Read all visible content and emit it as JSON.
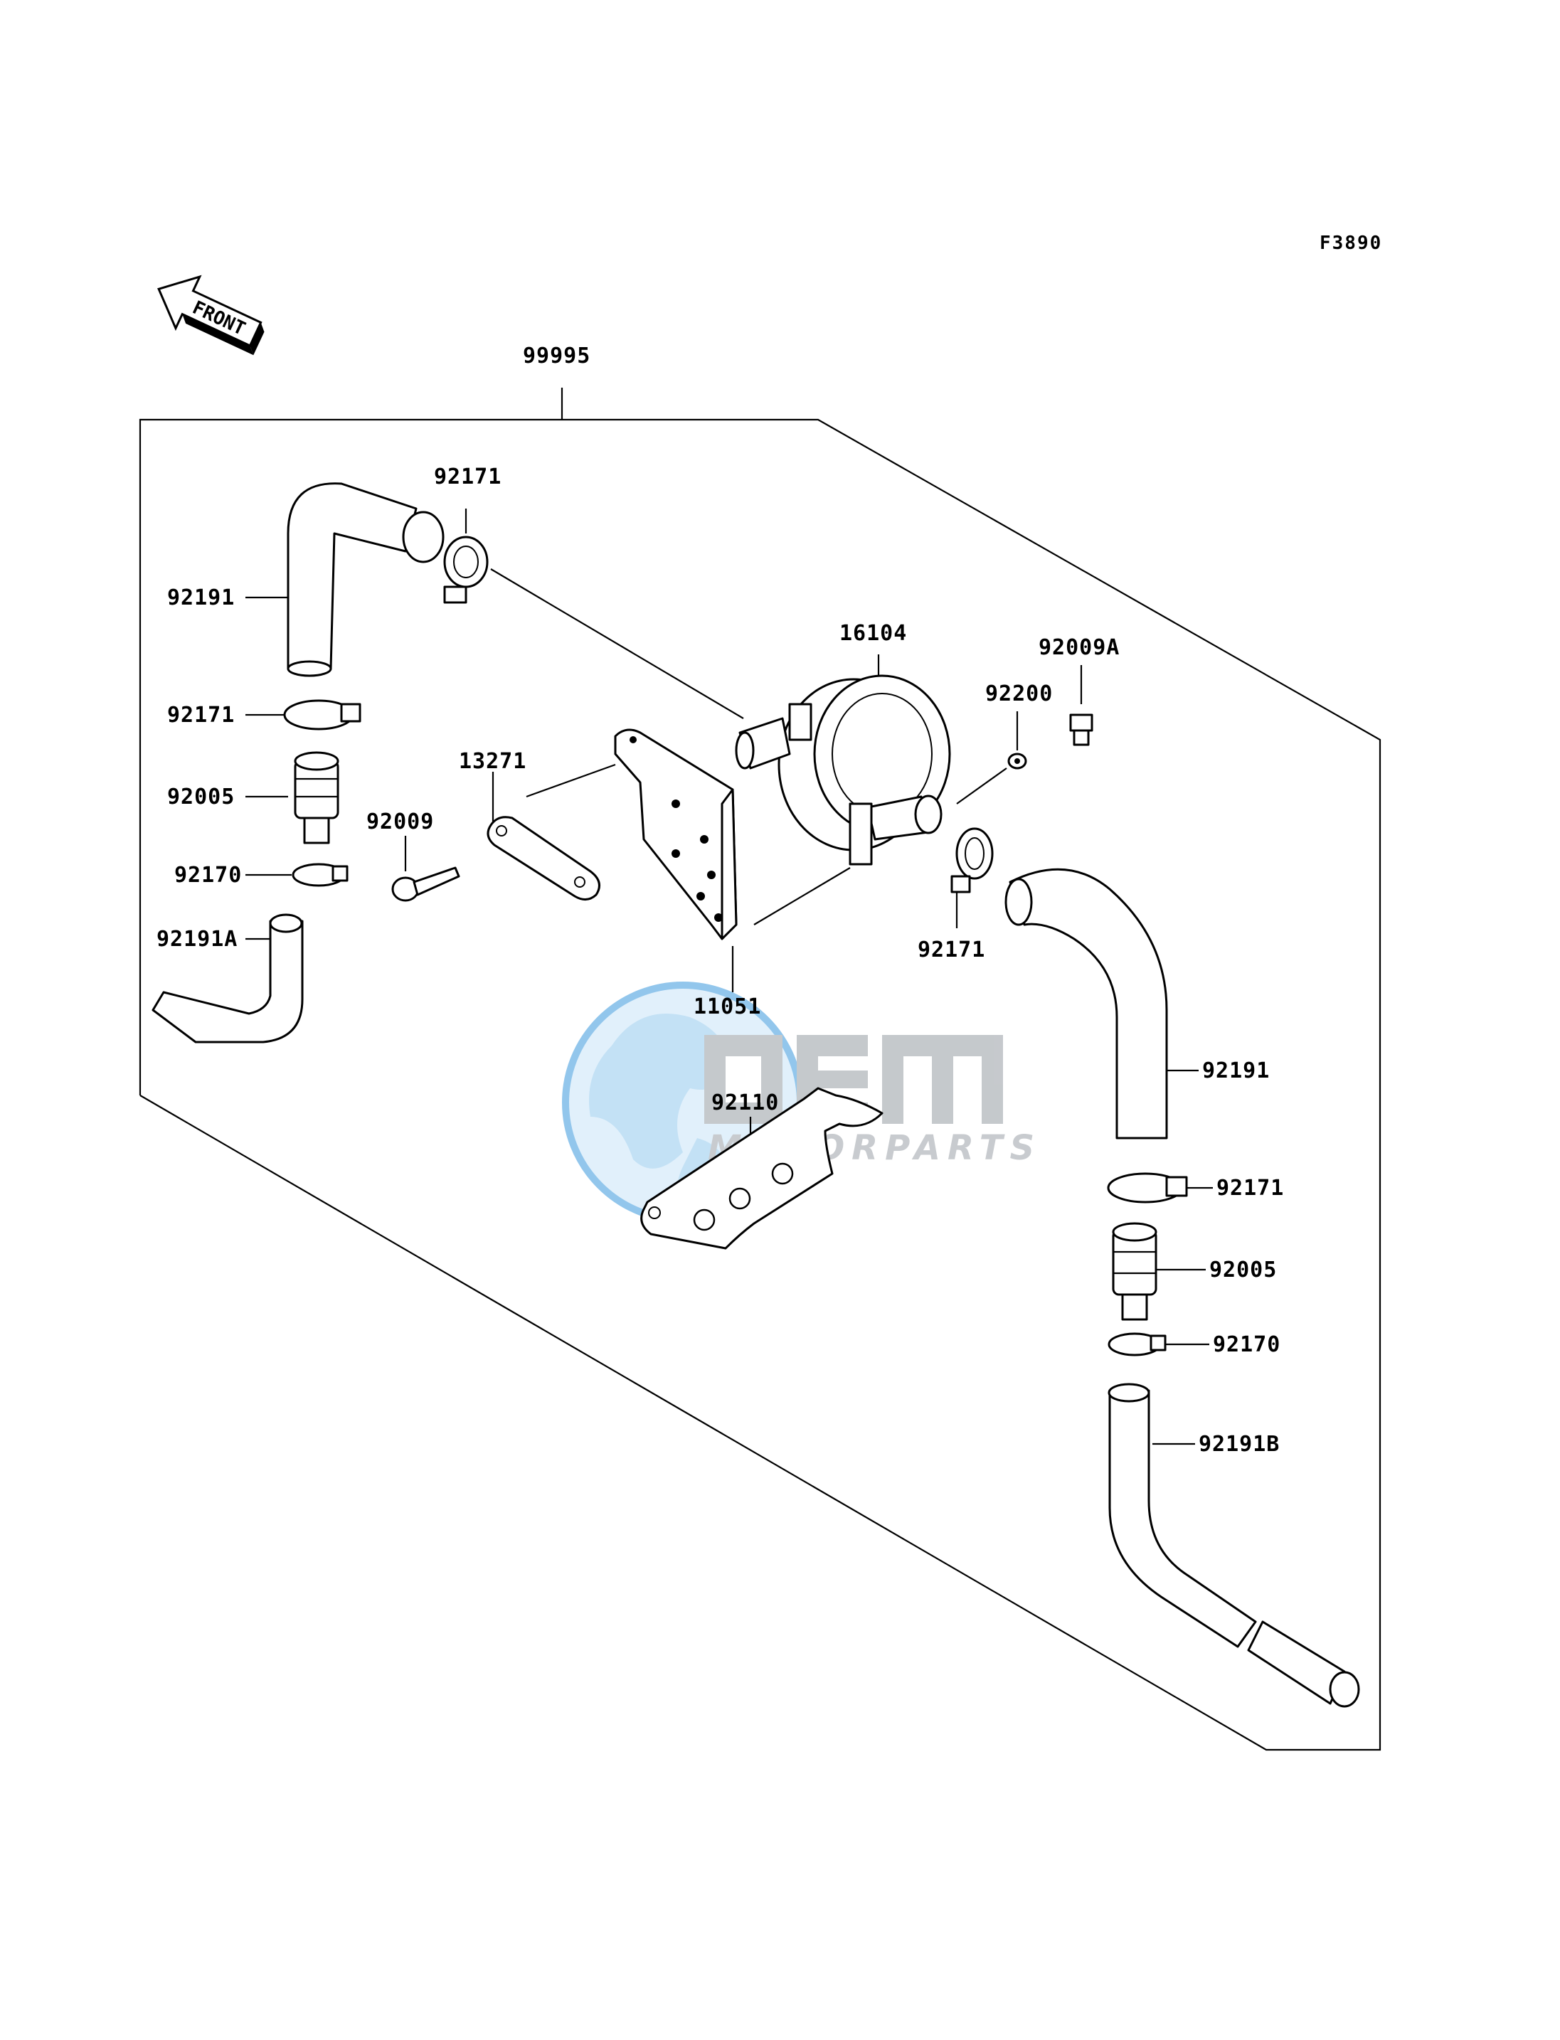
{
  "diagram_ref": "F3890",
  "front_label": "FRONT",
  "watermark": {
    "brand": "OEM",
    "tagline": "MOTORPARTS",
    "colors": {
      "globe": "#2b8ed6",
      "text": "#bfc3c7"
    }
  },
  "labels": {
    "kit": "99995",
    "clamp_top": "92171",
    "hose_left_top": "92191",
    "clamp_left": "92171",
    "fitting_left": "92005",
    "clamp_small_left": "92170",
    "hose_left_bottom": "92191A",
    "bolt": "92009",
    "plate": "13271",
    "bracket": "11051",
    "valve": "16104",
    "washer": "92200",
    "bolt_a": "92009A",
    "clamp_right_valve": "92171",
    "hose_right": "92191",
    "clamp_right": "92171",
    "fitting_right": "92005",
    "clamp_small_right": "92170",
    "hose_right_bottom": "92191B",
    "holder": "92110"
  }
}
